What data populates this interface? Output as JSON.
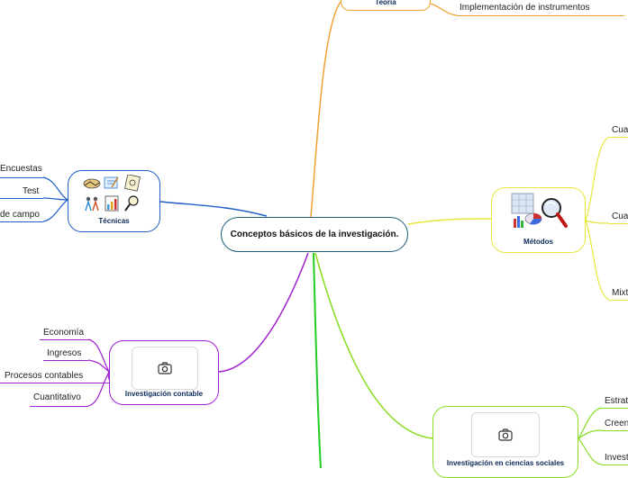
{
  "central": {
    "title": "Conceptos básicos de la investigación.",
    "color": "#1c5f7a"
  },
  "branches": {
    "teoria": {
      "title": "Teoría",
      "color": "#f0a030",
      "items": [
        "Implementación de instrumentos"
      ]
    },
    "tecnicas": {
      "title": "Técnicas",
      "color": "#1f5fc8",
      "image_icons": [
        "handshake-icon",
        "writing-icon",
        "notes-icon",
        "people-icon",
        "chart-icon",
        "magnifier-icon"
      ],
      "items": [
        "Encuestas",
        "Test",
        "de campo"
      ]
    },
    "metodos": {
      "title": "Métodos",
      "color": "#e6e63a",
      "image_icons": [
        "charts-icon",
        "magnifier-icon"
      ],
      "items": [
        "Cua",
        "Cua",
        "Mixt"
      ]
    },
    "contable": {
      "title": "Investigación contable",
      "color": "#a020d0",
      "image_icons": [
        "camera-icon"
      ],
      "items": [
        "Economía",
        "Ingresos",
        "Procesos contables",
        "Cuantitativo"
      ]
    },
    "sociales": {
      "title": "Investigación en ciencias sociales",
      "color": "#88dd22",
      "image_icons": [
        "camera-icon"
      ],
      "items": [
        "Estrat",
        "Creen",
        "Invest"
      ]
    },
    "green_branch": {
      "color": "#22cc22"
    }
  }
}
